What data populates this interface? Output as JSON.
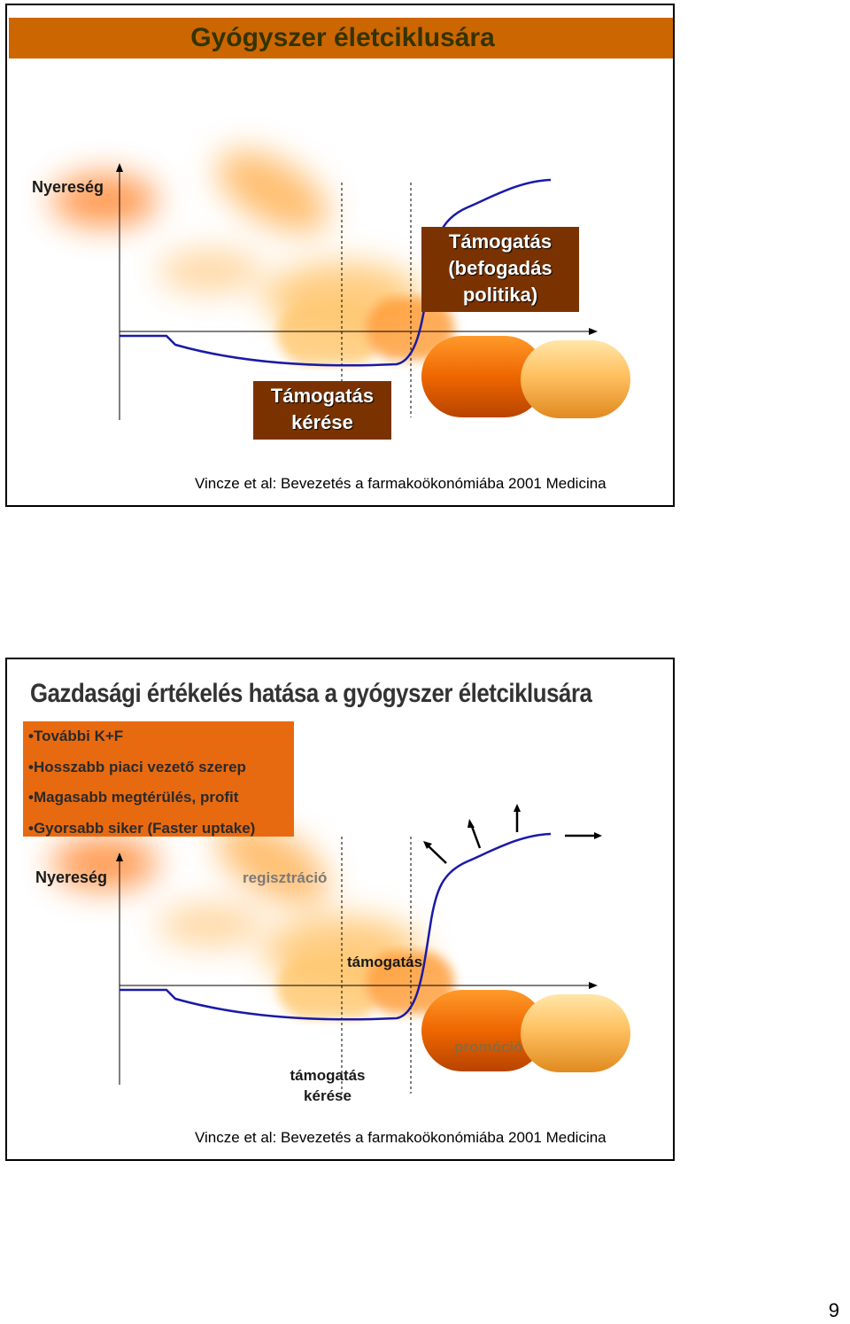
{
  "slide1": {
    "title": "Gyógyszer életciklusára",
    "y_axis_label": "Nyereség",
    "box_top": [
      "Támogatás",
      "(befogadás",
      "politika)"
    ],
    "box_bottom": [
      "Támogatás",
      "kérése"
    ],
    "citation": "Vincze et al: Bevezetés a farmakoökonómiába 2001 Medicina"
  },
  "slide2": {
    "title": "Gazdasági értékelés hatása a gyógyszer életciklusára",
    "bullets": [
      "•További K+F",
      "•Hosszabb piaci vezető szerep",
      "•Magasabb megtérülés, profit",
      "•Gyorsabb siker (Faster uptake)"
    ],
    "y_axis_label": "Nyereség",
    "label_registration": "regisztráció",
    "label_support": "támogatás",
    "label_support_request": [
      "támogatás",
      "kérése"
    ],
    "label_promotion": "promóció",
    "citation": "Vincze et al: Bevezetés a farmakoökonómiába 2001 Medicina"
  },
  "page_number": "9",
  "colors": {
    "title_bar": "#cc6600",
    "box": "#7a3300",
    "curve": "#1a1aa6",
    "bullets_bg": "#e86a10"
  }
}
